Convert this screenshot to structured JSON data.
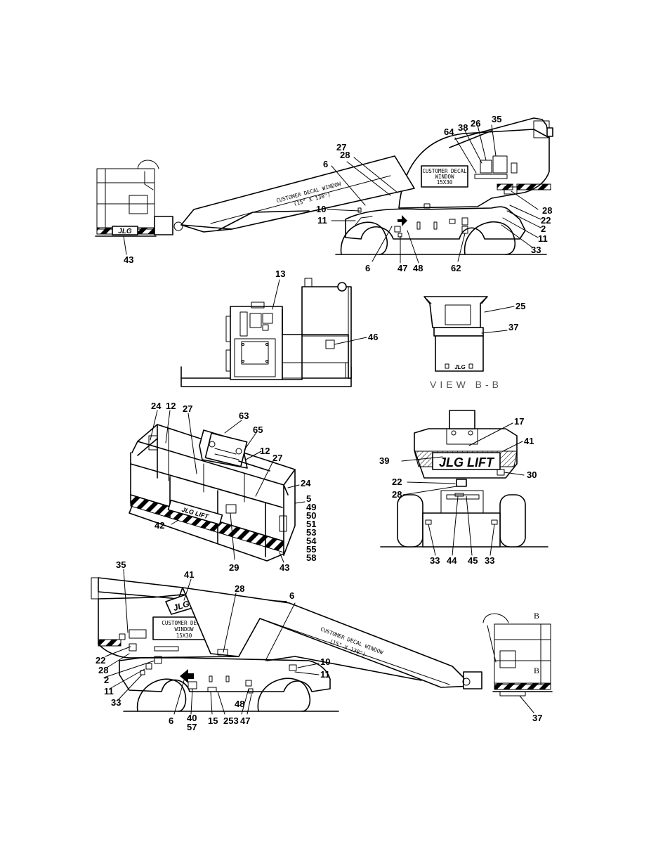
{
  "view_top": {
    "labels": [
      "35",
      "26",
      "38",
      "64",
      "27",
      "28",
      "6",
      "10",
      "11",
      "6",
      "47",
      "48",
      "62",
      "28",
      "22",
      "2",
      "11",
      "33",
      "43"
    ],
    "window_text": [
      "CUSTOMER DECAL",
      "WINDOW",
      "15X30"
    ],
    "boom_window_text": [
      "CUSTOMER DECAL WINDOW",
      "(15\" X 130\")"
    ],
    "logo": "JLG"
  },
  "view_engine": {
    "labels": [
      "13",
      "46"
    ]
  },
  "view_bb": {
    "labels": [
      "25",
      "37"
    ],
    "title": "VIEW B-B",
    "logo": "JLG"
  },
  "view_platform": {
    "labels": [
      "24",
      "12",
      "27",
      "63",
      "65",
      "12",
      "27",
      "24",
      "5",
      "49",
      "50",
      "51",
      "53",
      "54",
      "55",
      "58",
      "42",
      "29",
      "43"
    ],
    "logo": "JLG LIFT"
  },
  "view_rear": {
    "labels": [
      "17",
      "41",
      "39",
      "30",
      "22",
      "28",
      "33",
      "44",
      "45",
      "33"
    ],
    "logo": "JLG LIFT"
  },
  "view_bottom": {
    "labels": [
      "35",
      "41",
      "28",
      "6",
      "22",
      "28",
      "2",
      "11",
      "33",
      "10",
      "11",
      "6",
      "40",
      "57",
      "15",
      "253",
      "48",
      "47",
      "37"
    ],
    "window_text": [
      "CUSTOMER DECAL",
      "WINDOW",
      "15X30"
    ],
    "boom_window_text": [
      "CUSTOMER DECAL WINDOW",
      "(15\" X 130\")"
    ],
    "section_marks": [
      "B",
      "B"
    ],
    "logo": "JLG"
  }
}
